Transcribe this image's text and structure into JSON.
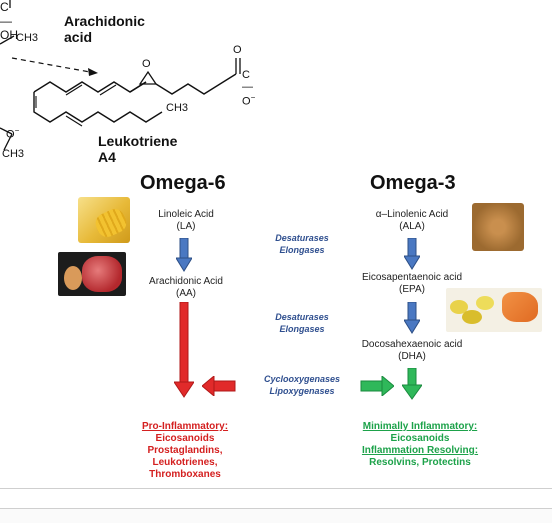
{
  "chem": {
    "oh": "C—OH",
    "arachidonic_title": "Arachidonic acid",
    "ch3_top": "CH3",
    "o_epoxide": "O",
    "o_carbonyl": "O",
    "carboxylate": "C—O",
    "ch3_chain": "CH3",
    "o_minus_left": "O",
    "ch3_left": "CH3",
    "leukotriene_title": "Leukotriene A4"
  },
  "omega6": {
    "title": "Omega-6",
    "acid1": "Linoleic Acid",
    "acid1_abbr": "(LA)",
    "acid2": "Arachidonic Acid",
    "acid2_abbr": "(AA)"
  },
  "omega3": {
    "title": "Omega-3",
    "acid1": "α–Linolenic Acid",
    "acid1_abbr": "(ALA)",
    "acid2": "Eicosapentaenoic acid",
    "acid2_abbr": "(EPA)",
    "acid3": "Docosahexaenoic acid",
    "acid3_abbr": "(DHA)"
  },
  "enzymes": {
    "a1": "Desaturases",
    "a2": "Elongases",
    "b1": "Desaturases",
    "b2": "Elongases",
    "c1": "Cyclooxygenases",
    "c2": "Lipoxygenases"
  },
  "outcome6": {
    "heading": "Pro-Inflammatory:",
    "l1": "Eicosanoids",
    "l2": "Prostaglandins,",
    "l3": "Leukotrienes,",
    "l4": "Thromboxanes"
  },
  "outcome3": {
    "heading1": "Minimally Inflammatory:",
    "l1": "Eicosanoids",
    "heading2": "Inflammation Resolving:",
    "l2": "Resolvins, Protectins"
  },
  "colors": {
    "red": "#d42020",
    "green": "#1da24a",
    "blue_arrow": "#4a78c2",
    "enzyme_text": "#2f4f8f"
  }
}
